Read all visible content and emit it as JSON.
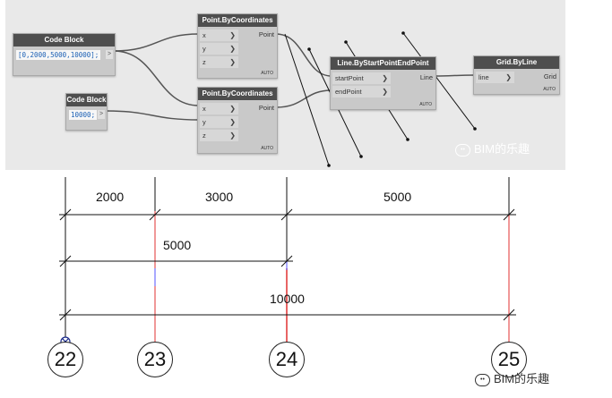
{
  "dynamo": {
    "code_block_1": {
      "title": "Code Block",
      "code": "[0,2000,5000,10000];",
      "out": ">"
    },
    "code_block_2": {
      "title": "Code Block",
      "code": "10000;",
      "out": ">"
    },
    "point_node_1": {
      "title": "Point.ByCoordinates",
      "inputs": [
        "x",
        "y",
        "z"
      ],
      "output": "Point",
      "lacing": "AUTO"
    },
    "point_node_2": {
      "title": "Point.ByCoordinates",
      "inputs": [
        "x",
        "y",
        "z"
      ],
      "output": "Point",
      "lacing": "AUTO"
    },
    "line_node": {
      "title": "Line.ByStartPointEndPoint",
      "inputs": [
        "startPoint",
        "endPoint"
      ],
      "output": "Line",
      "lacing": "AUTO"
    },
    "grid_node": {
      "title": "Grid.ByLine",
      "inputs": [
        "line"
      ],
      "output": "Grid",
      "lacing": "AUTO"
    },
    "watermark": "BIM的乐趣"
  },
  "drawing": {
    "top_dimensions": [
      "2000",
      "3000",
      "5000"
    ],
    "mid_dimension": "5000",
    "bottom_dimension": "10000",
    "grid_labels": [
      "22",
      "23",
      "24",
      "25"
    ],
    "watermark": "BIM的乐趣",
    "grid_line_color": "#e03030"
  }
}
